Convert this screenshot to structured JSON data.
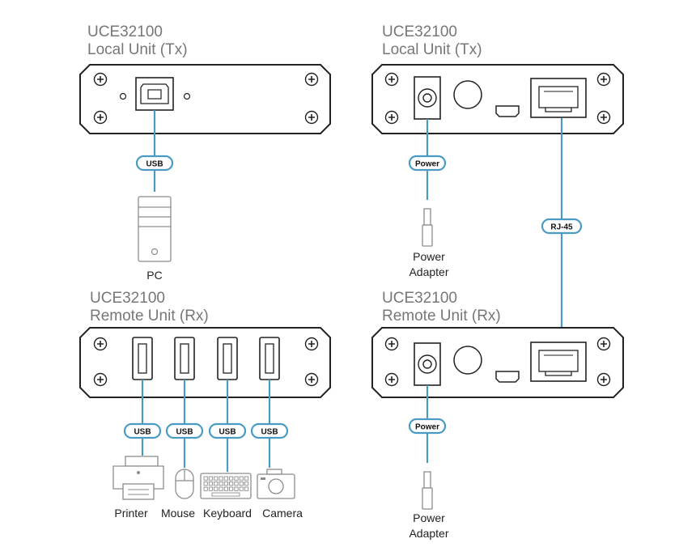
{
  "units": {
    "local_left": {
      "model": "UCE32100",
      "role": "Local Unit (Tx)"
    },
    "local_right": {
      "model": "UCE32100",
      "role": "Local Unit (Tx)"
    },
    "remote_left": {
      "model": "UCE32100",
      "role": "Remote Unit (Rx)"
    },
    "remote_right": {
      "model": "UCE32100",
      "role": "Remote Unit (Rx)"
    }
  },
  "cables": {
    "usb": "USB",
    "power": "Power",
    "rj45": "RJ-45"
  },
  "devices": {
    "pc": "PC",
    "printer": "Printer",
    "mouse": "Mouse",
    "keyboard": "Keyboard",
    "camera": "Camera",
    "power_adapter_line1": "Power",
    "power_adapter_line2": "Adapter"
  },
  "colors": {
    "cable": "#4a9bc4",
    "outline": "#222222",
    "title": "#777777"
  }
}
